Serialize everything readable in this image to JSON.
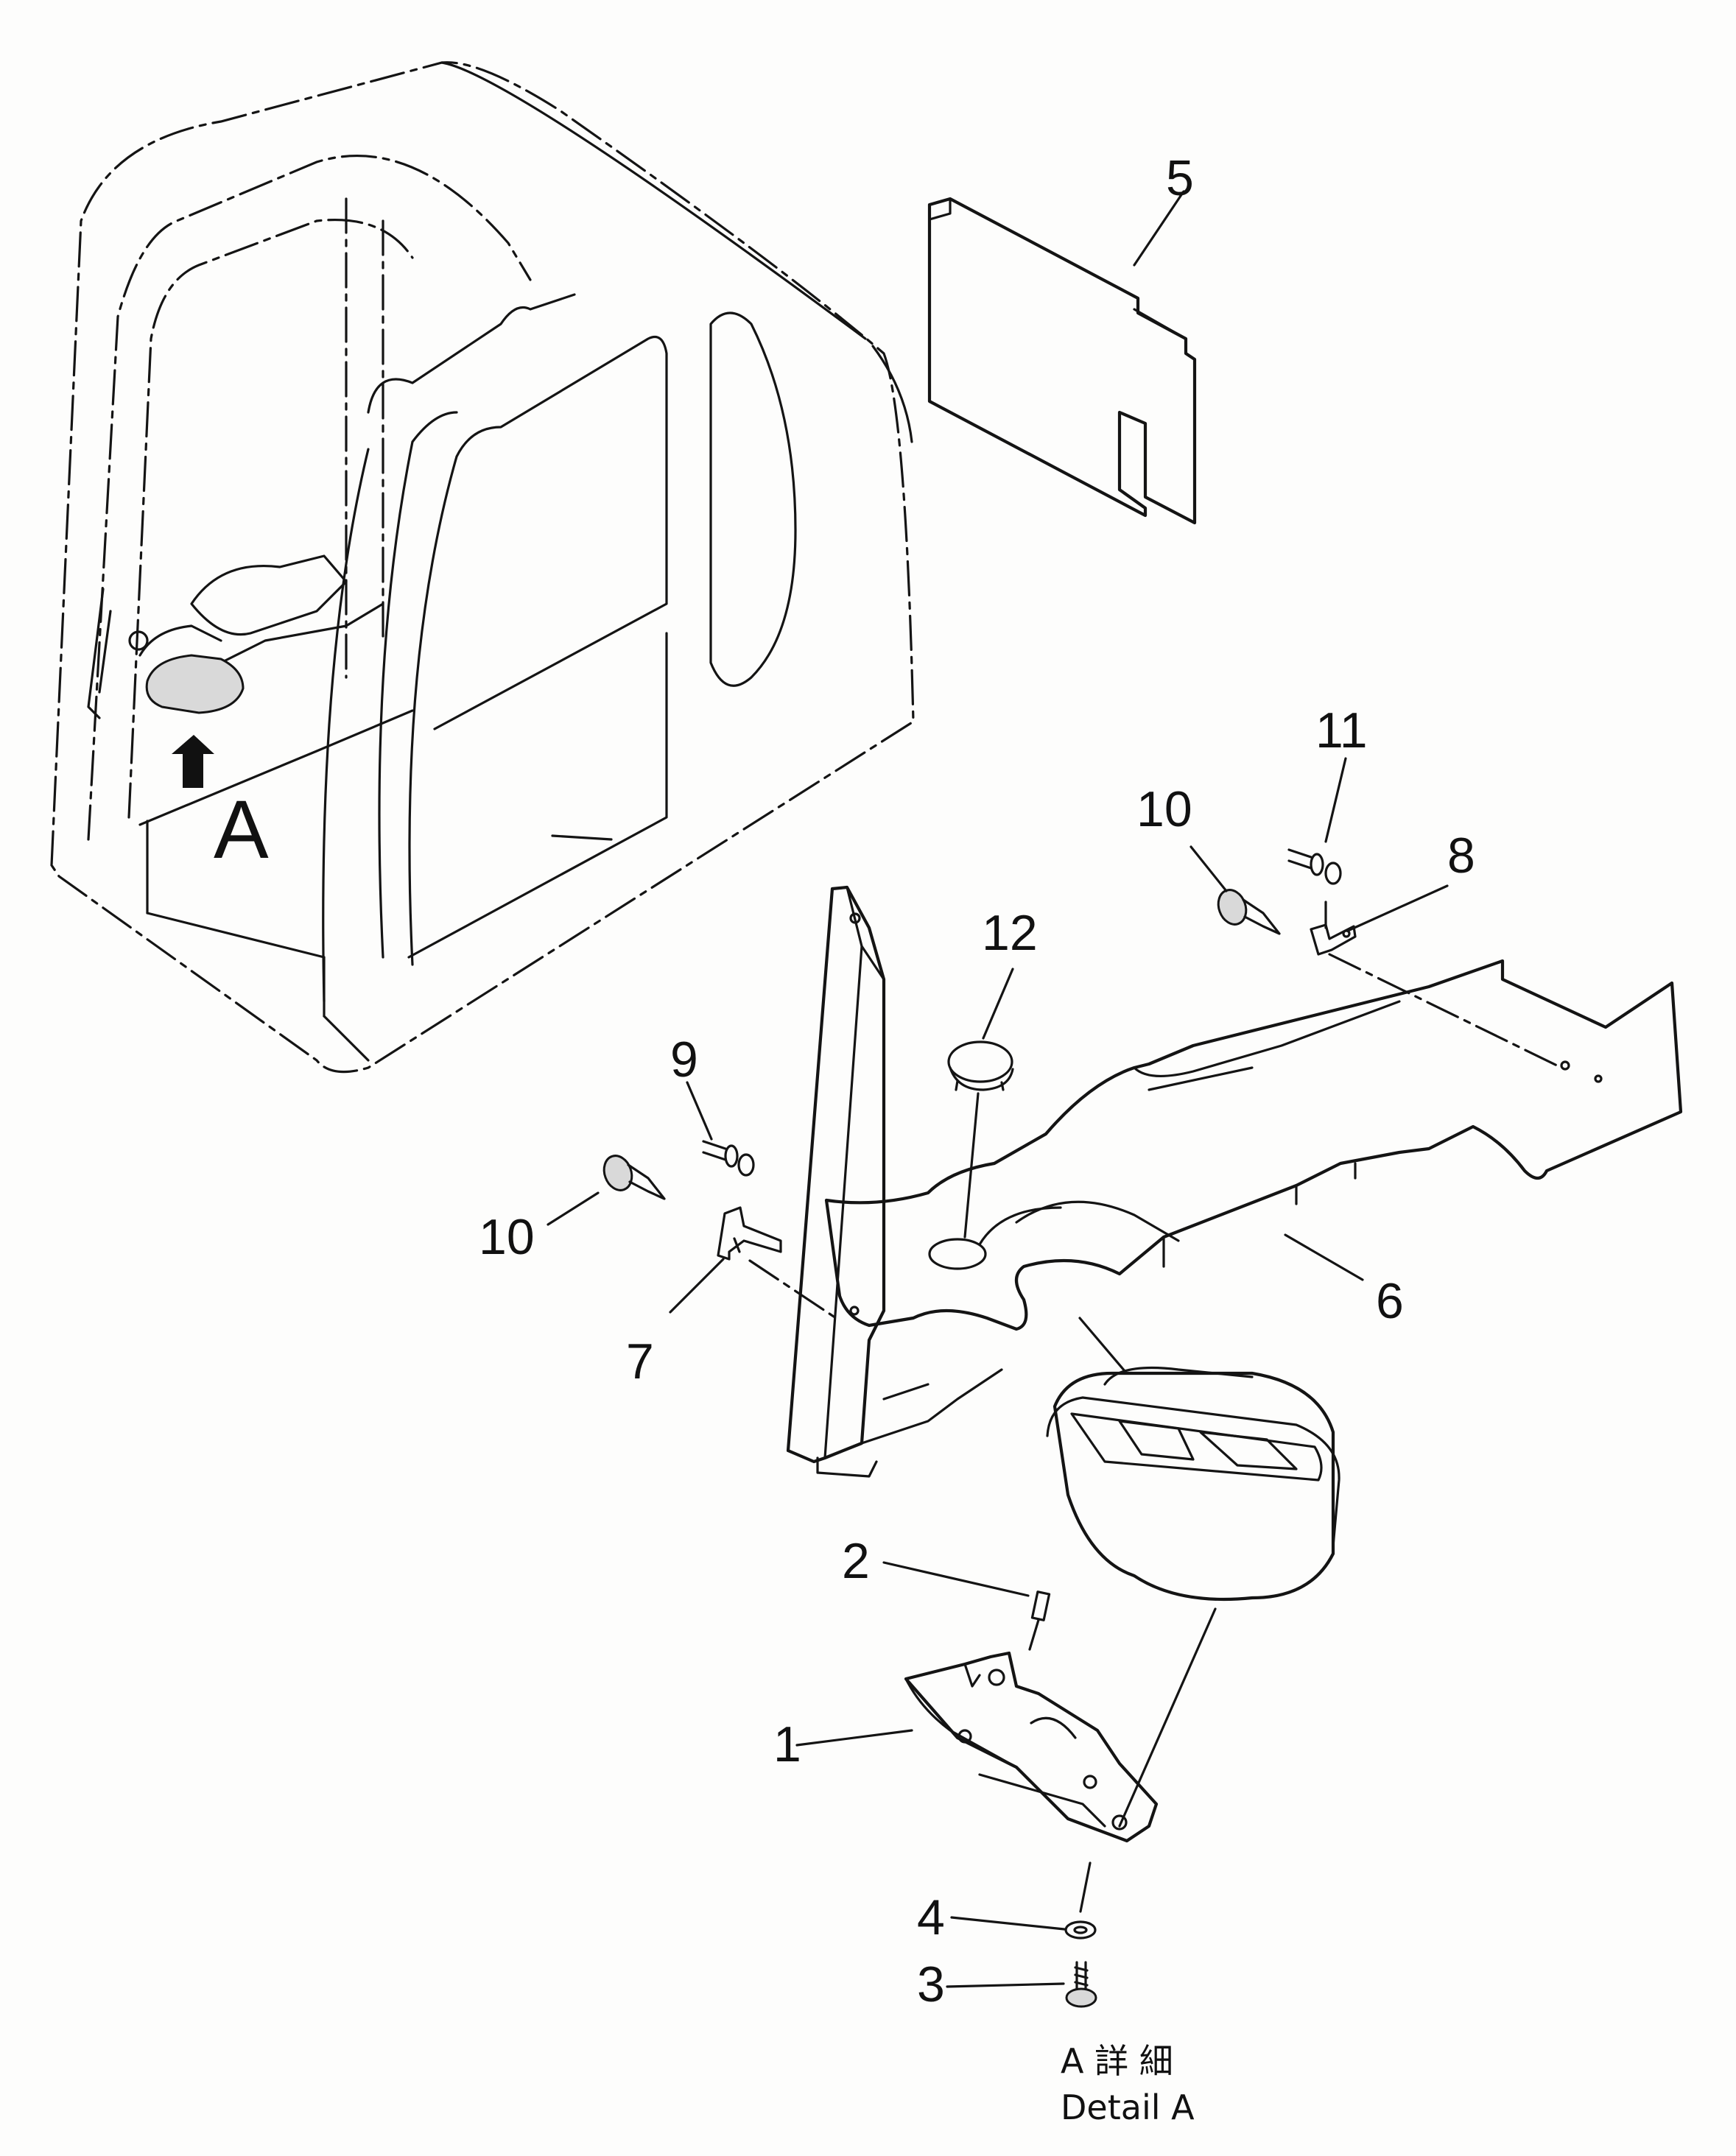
{
  "callouts": {
    "p1": "1",
    "p2": "2",
    "p3": "3",
    "p4": "4",
    "p5": "5",
    "p6": "6",
    "p7": "7",
    "p8": "8",
    "p9": "9",
    "p10a": "10",
    "p10b": "10",
    "p11": "11",
    "p12": "12"
  },
  "view_marker": "A",
  "detail_caption": {
    "japanese": "A 詳 細",
    "english": "Detail A"
  }
}
